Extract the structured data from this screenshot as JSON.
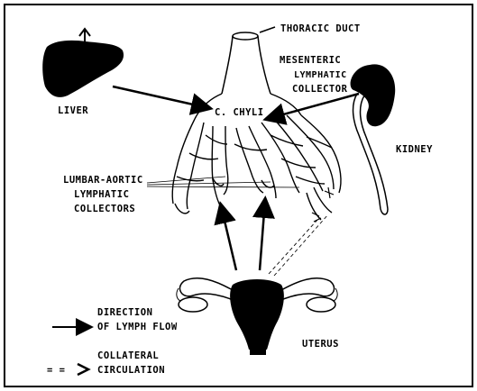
{
  "labels": {
    "thoracic_duct": "THORACIC DUCT",
    "mesenteric_line1": "MESENTERIC",
    "mesenteric_line2": "LYMPHATIC",
    "mesenteric_line3": "COLLECTOR",
    "liver": "LIVER",
    "c_chyli": "C. CHYLI",
    "kidney": "KIDNEY",
    "lumbar_line1": "LUMBAR-AORTIC",
    "lumbar_line2": "LYMPHATIC",
    "lumbar_line3": "COLLECTORS",
    "uterus": "UTERUS"
  },
  "legend": {
    "direction_line1": "DIRECTION",
    "direction_line2": "OF LYMPH FLOW",
    "collateral_line1": "COLLATERAL",
    "collateral_line2": "CIRCULATION",
    "collateral_symbol": "= ="
  }
}
